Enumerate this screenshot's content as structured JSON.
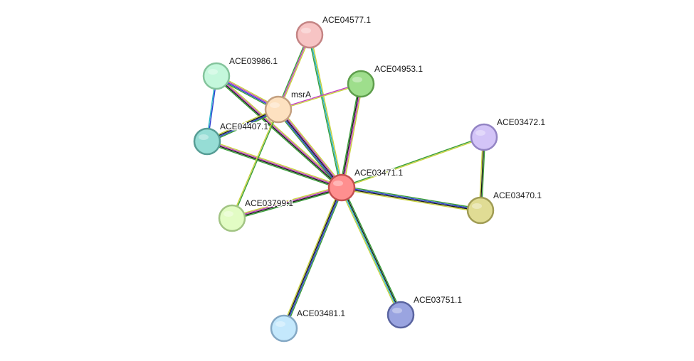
{
  "edge_colors": {
    "neighborhood": "#3a9e3a",
    "fusion": "#d03030",
    "cooccurrence": "#2a3fd0",
    "coexpression": "#1a1a1a",
    "experiments": "#c23ec2",
    "databases": "#28b4c8",
    "textmining": "#c8d23c",
    "homology": "#6a5acd"
  },
  "nodes": [
    {
      "id": "ACE04577.1",
      "label": "ACE04577.1",
      "fill": "#f7c4c4",
      "stroke": "#c48484"
    },
    {
      "id": "ACE03986.1",
      "label": "ACE03986.1",
      "fill": "#c4f7dc",
      "stroke": "#84c49c"
    },
    {
      "id": "ACE04953.1",
      "label": "ACE04953.1",
      "fill": "#9ede8c",
      "stroke": "#5e9e4c"
    },
    {
      "id": "msrA",
      "label": "msrA",
      "fill": "#fde1c0",
      "stroke": "#c4a080"
    },
    {
      "id": "ACE04407.1",
      "label": "ACE04407.1",
      "fill": "#96ddd5",
      "stroke": "#569d95"
    },
    {
      "id": "ACE03472.1",
      "label": "ACE03472.1",
      "fill": "#d3c4f7",
      "stroke": "#9384c4"
    },
    {
      "id": "ACE03471.1",
      "label": "ACE03471.1",
      "fill": "#ff8f8f",
      "stroke": "#c45050"
    },
    {
      "id": "ACE03799.1",
      "label": "ACE03799.1",
      "fill": "#e2fcc4",
      "stroke": "#a2c484"
    },
    {
      "id": "ACE03470.1",
      "label": "ACE03470.1",
      "fill": "#e0dc94",
      "stroke": "#a09c54"
    },
    {
      "id": "ACE03751.1",
      "label": "ACE03751.1",
      "fill": "#9aa4e0",
      "stroke": "#5a64a0"
    },
    {
      "id": "ACE03481.1",
      "label": "ACE03481.1",
      "fill": "#c4e8fc",
      "stroke": "#84a8c4"
    }
  ],
  "edges": [
    {
      "source": "ACE03471.1",
      "target": "ACE04577.1",
      "evidence": [
        "neighborhood",
        "databases",
        "textmining"
      ]
    },
    {
      "source": "ACE03471.1",
      "target": "ACE03986.1",
      "evidence": [
        "neighborhood",
        "coexpression",
        "experiments",
        "textmining"
      ]
    },
    {
      "source": "ACE03471.1",
      "target": "ACE04953.1",
      "evidence": [
        "neighborhood",
        "coexpression",
        "experiments",
        "textmining"
      ]
    },
    {
      "source": "ACE03471.1",
      "target": "msrA",
      "evidence": [
        "neighborhood",
        "cooccurrence",
        "coexpression",
        "experiments",
        "textmining"
      ]
    },
    {
      "source": "ACE03471.1",
      "target": "ACE04407.1",
      "evidence": [
        "neighborhood",
        "coexpression",
        "experiments",
        "textmining"
      ]
    },
    {
      "source": "ACE03471.1",
      "target": "ACE03472.1",
      "evidence": [
        "neighborhood",
        "textmining"
      ]
    },
    {
      "source": "ACE03471.1",
      "target": "ACE03799.1",
      "evidence": [
        "neighborhood",
        "coexpression",
        "experiments",
        "textmining"
      ]
    },
    {
      "source": "ACE03471.1",
      "target": "ACE03470.1",
      "evidence": [
        "neighborhood",
        "cooccurrence",
        "coexpression",
        "textmining"
      ]
    },
    {
      "source": "ACE03471.1",
      "target": "ACE03751.1",
      "evidence": [
        "neighborhood",
        "coexpression",
        "databases",
        "textmining"
      ]
    },
    {
      "source": "ACE03471.1",
      "target": "ACE03481.1",
      "evidence": [
        "neighborhood",
        "cooccurrence",
        "coexpression",
        "textmining"
      ]
    },
    {
      "source": "msrA",
      "target": "ACE04577.1",
      "evidence": [
        "neighborhood",
        "experiments",
        "textmining"
      ]
    },
    {
      "source": "msrA",
      "target": "ACE03986.1",
      "evidence": [
        "neighborhood",
        "cooccurrence",
        "experiments",
        "textmining"
      ]
    },
    {
      "source": "msrA",
      "target": "ACE04953.1",
      "evidence": [
        "experiments",
        "textmining"
      ]
    },
    {
      "source": "msrA",
      "target": "ACE04407.1",
      "evidence": [
        "neighborhood",
        "cooccurrence",
        "coexpression",
        "textmining"
      ]
    },
    {
      "source": "msrA",
      "target": "ACE03799.1",
      "evidence": [
        "neighborhood",
        "textmining"
      ]
    },
    {
      "source": "ACE03986.1",
      "target": "ACE04407.1",
      "evidence": [
        "cooccurrence",
        "databases"
      ]
    },
    {
      "source": "ACE03472.1",
      "target": "ACE03470.1",
      "evidence": [
        "neighborhood",
        "coexpression",
        "textmining"
      ]
    }
  ]
}
